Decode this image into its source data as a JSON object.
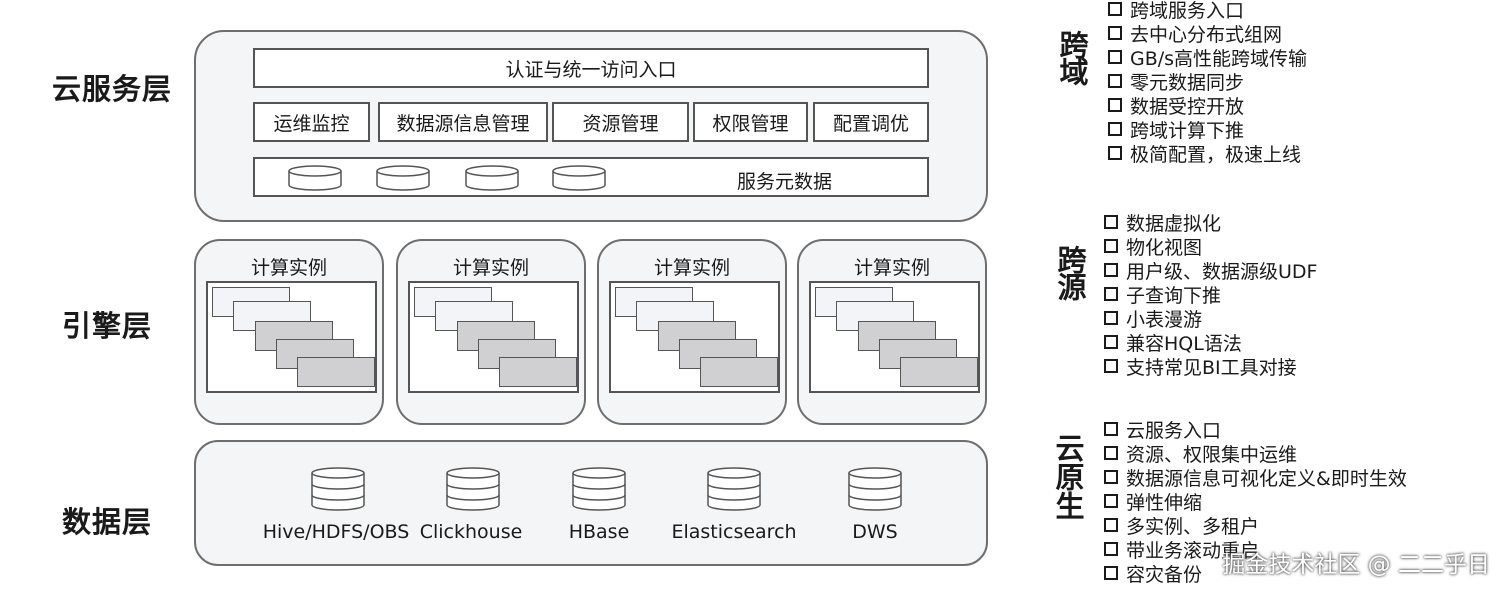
{
  "layers": {
    "cloud": "云服务层",
    "engine": "引擎层",
    "data": "数据层"
  },
  "cloud_service": {
    "entry": "认证与统一访问入口",
    "modules": [
      "运维监控",
      "数据源信息管理",
      "资源管理",
      "权限管理",
      "配置调优"
    ],
    "metadata": "服务元数据"
  },
  "engine": {
    "instances": [
      "计算实例",
      "计算实例",
      "计算实例",
      "计算实例"
    ]
  },
  "data_sources": [
    "Hive/HDFS/OBS",
    "Clickhouse",
    "HBase",
    "Elasticsearch",
    "DWS"
  ],
  "features": [
    {
      "title": "跨域",
      "items": [
        "跨域服务入口",
        "去中心分布式组网",
        "GB/s高性能跨域传输",
        "零元数据同步",
        "数据受控开放",
        "跨域计算下推",
        "极简配置，极速上线"
      ]
    },
    {
      "title": "跨源",
      "items": [
        "数据虚拟化",
        "物化视图",
        "用户级、数据源级UDF",
        "子查询下推",
        "小表漫游",
        "兼容HQL语法",
        "支持常见BI工具对接"
      ]
    },
    {
      "title": "云原生",
      "items": [
        "云服务入口",
        "资源、权限集中运维",
        "数据源信息可视化定义&即时生效",
        "弹性伸缩",
        "多实例、多租户",
        "带业务滚动重启",
        "容灾备份"
      ]
    }
  ],
  "watermark": "掘金技术社区 @ 二二乎日"
}
